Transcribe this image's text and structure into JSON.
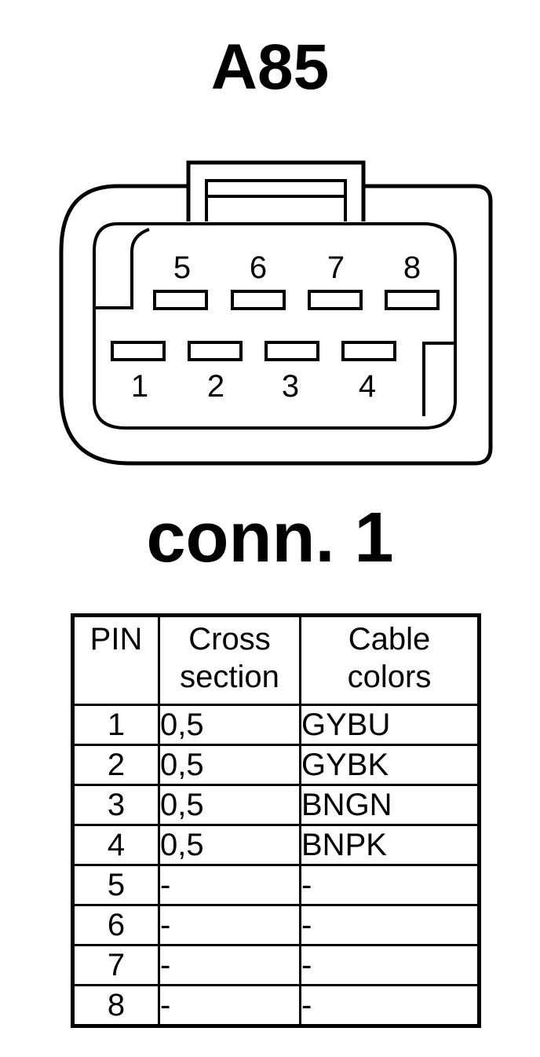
{
  "title": "A85",
  "connector": {
    "label": "conn. 1",
    "top_row_pins": [
      "5",
      "6",
      "7",
      "8"
    ],
    "bottom_row_pins": [
      "1",
      "2",
      "3",
      "4"
    ]
  },
  "table": {
    "headers": {
      "pin": "PIN",
      "cross_section_line1": "Cross",
      "cross_section_line2": "section",
      "cable_colors_line1": "Cable",
      "cable_colors_line2": "colors"
    },
    "rows": [
      {
        "pin": "1",
        "cross_section": "0,5",
        "cable_color": "GYBU"
      },
      {
        "pin": "2",
        "cross_section": "0,5",
        "cable_color": "GYBK"
      },
      {
        "pin": "3",
        "cross_section": "0,5",
        "cable_color": "BNGN"
      },
      {
        "pin": "4",
        "cross_section": "0,5",
        "cable_color": "BNPK"
      },
      {
        "pin": "5",
        "cross_section": "-",
        "cable_color": "-"
      },
      {
        "pin": "6",
        "cross_section": "-",
        "cable_color": "-"
      },
      {
        "pin": "7",
        "cross_section": "-",
        "cable_color": "-"
      },
      {
        "pin": "8",
        "cross_section": "-",
        "cable_color": "-"
      }
    ]
  }
}
